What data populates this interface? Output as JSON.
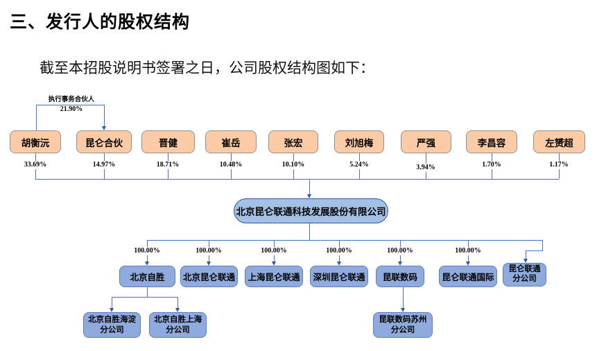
{
  "document": {
    "heading": "三、发行人的股权结构",
    "intro": "截至本招股说明书签署之日，公司股权结构图如下："
  },
  "chart": {
    "exec_partner_label": "执行事务合伙人",
    "exec_partner_percent": "21.90%",
    "shareholders": [
      {
        "name": "胡衡沅",
        "percent": "33.69%"
      },
      {
        "name": "昆仑合伙",
        "percent": "14.97%"
      },
      {
        "name": "晋健",
        "percent": "18.71%"
      },
      {
        "name": "崔岳",
        "percent": "10.48%"
      },
      {
        "name": "张宏",
        "percent": "10.10%"
      },
      {
        "name": "刘旭梅",
        "percent": "5.24%"
      },
      {
        "name": "严强",
        "percent": "3.94%"
      },
      {
        "name": "李昌容",
        "percent": "1.70%"
      },
      {
        "name": "左赟超",
        "percent": "1.17%"
      }
    ],
    "company_name": "北京昆仑联通科技发展股份有限公司",
    "subsidiaries": [
      {
        "name": "北京自胜",
        "percent": "100.00%"
      },
      {
        "name": "北京昆仑联通",
        "percent": "100.00%"
      },
      {
        "name": "上海昆仑联通",
        "percent": "100.00%"
      },
      {
        "name": "深圳昆仑联通",
        "percent": "100.00%"
      },
      {
        "name": "昆联数码",
        "percent": "100.00%"
      },
      {
        "name": "昆仑联通国际",
        "percent": "100.00%"
      },
      {
        "name_line1": "昆仑联通",
        "name_line2": "分公司"
      }
    ],
    "branch_offices": [
      {
        "name_line1": "北京自胜海淀",
        "name_line2": "分公司"
      },
      {
        "name_line1": "北京自胜上海",
        "name_line2": "分公司"
      },
      {
        "name_line1": "昆联数码苏州",
        "name_line2": "分公司"
      }
    ],
    "colors": {
      "shareholder_fill": "#FBCBA6",
      "shareholder_border": "#8F8F8F",
      "company_fill": "#A3C1E5",
      "subsidiary_fill": "#8FAADC",
      "connector_line": "#4472C4",
      "company_border": "#2F5597"
    }
  }
}
